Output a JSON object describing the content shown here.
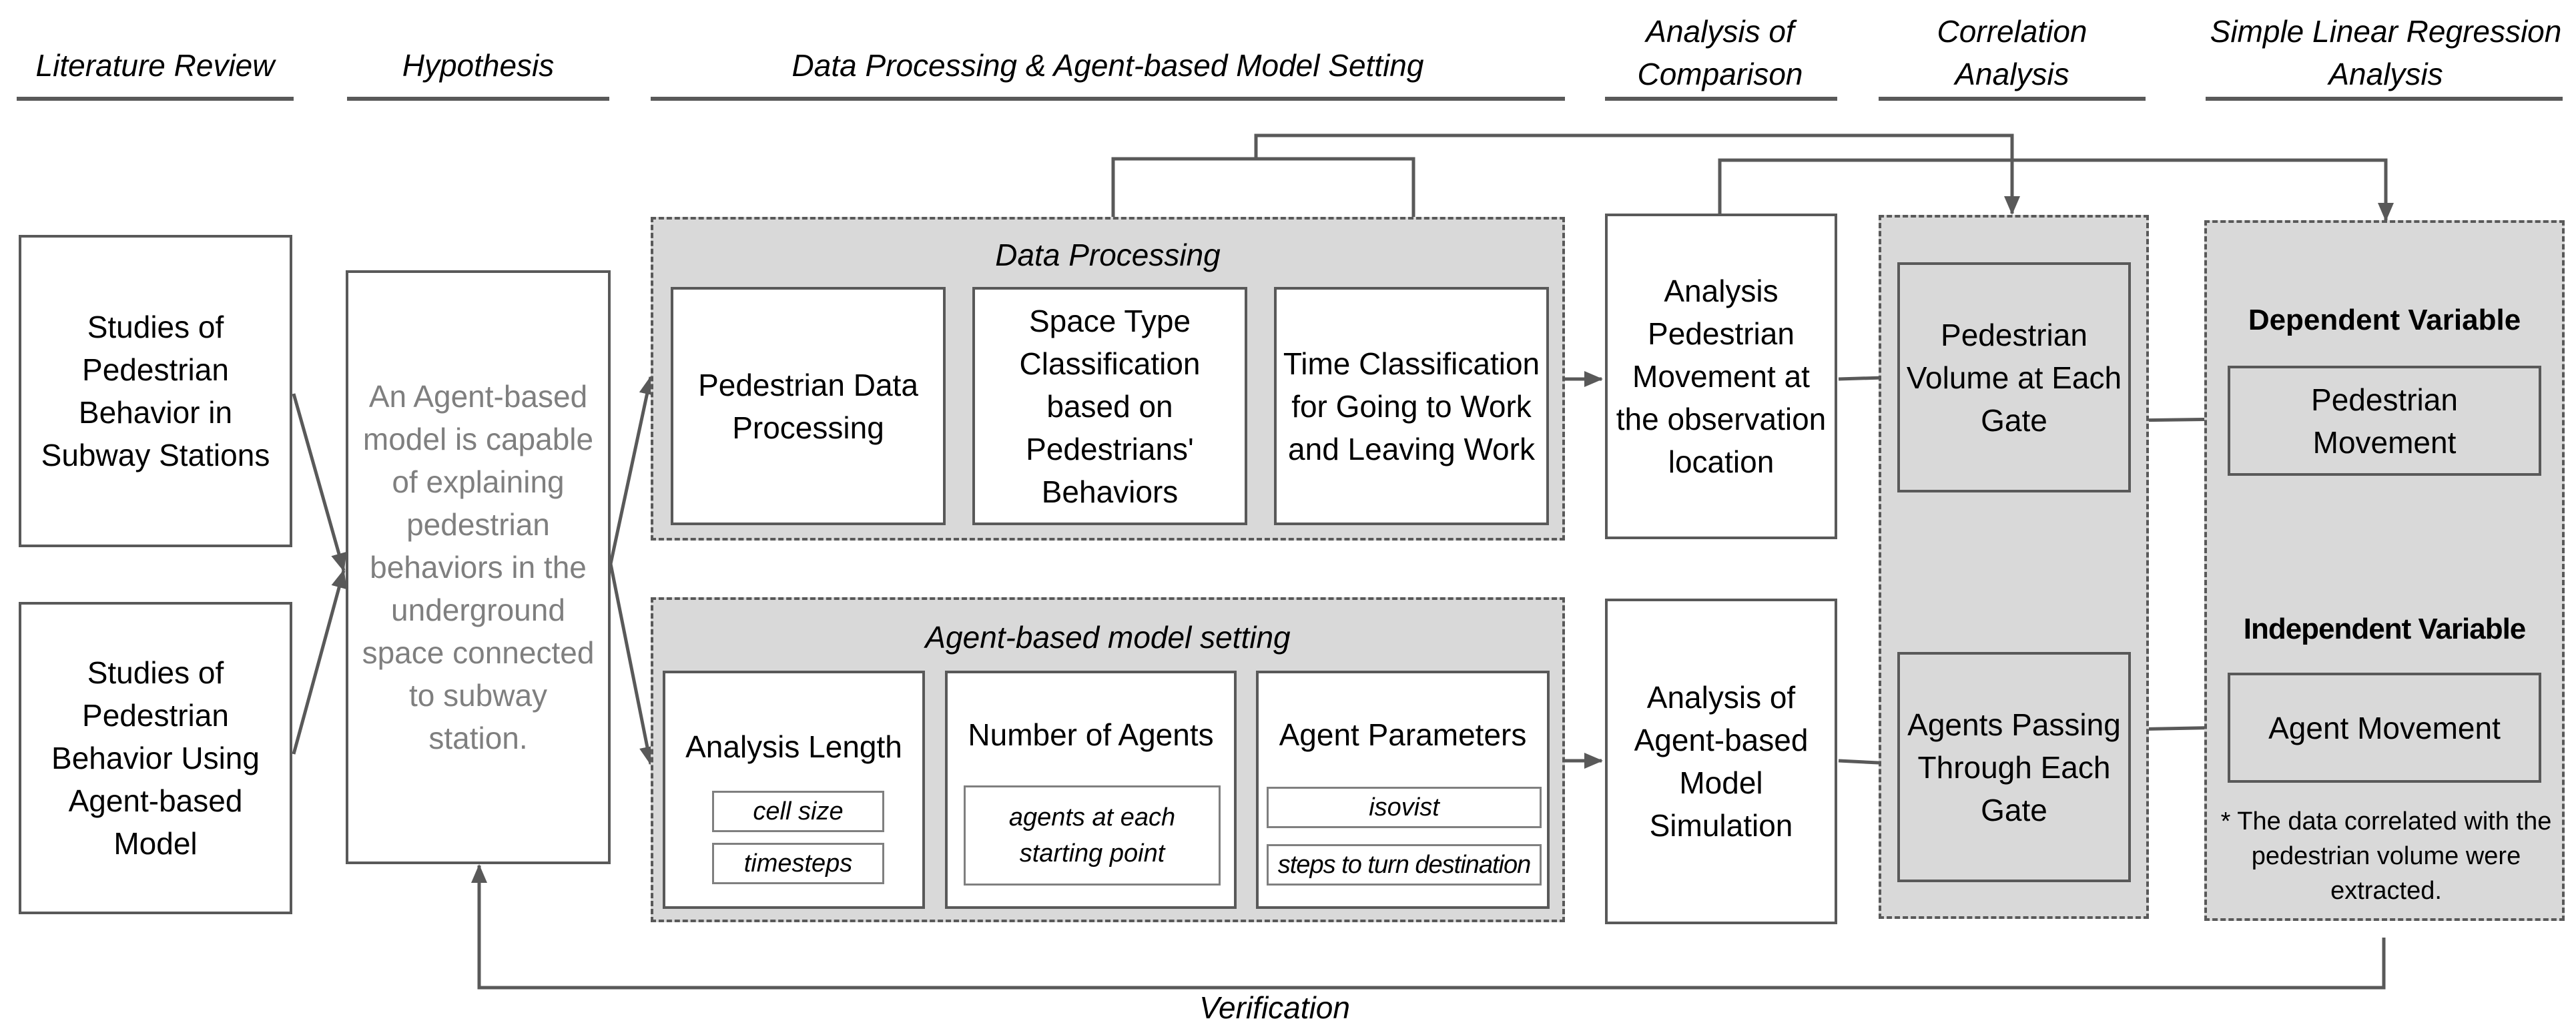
{
  "phases": {
    "literature": "Literature Review",
    "hypothesis": "Hypothesis",
    "data_processing": "Data Processing & Agent-based Model Setting",
    "comparison": "Analysis of Comparison",
    "correlation": "Correlation Analysis",
    "regression": "Simple Linear Regression Analysis"
  },
  "literature": {
    "box1": "Studies of Pedestrian Behavior in Subway Stations",
    "box2": "Studies of Pedestrian Behavior Using Agent-based Model"
  },
  "hypothesis": {
    "text": "An Agent-based model is capable of explaining pedestrian behaviors in the underground space connected to subway station."
  },
  "data_processing": {
    "title": "Data Processing",
    "boxes": [
      "Pedestrian Data Processing",
      "Space Type Classification based on Pedestrians' Behaviors",
      "Time Classification for Going to Work and Leaving Work"
    ]
  },
  "abm_setting": {
    "title": "Agent-based model setting",
    "analysis_length": {
      "label": "Analysis Length",
      "items": [
        "cell size",
        "timesteps"
      ]
    },
    "number_of_agents": {
      "label": "Number of Agents",
      "items": [
        "agents at each starting point"
      ]
    },
    "agent_parameters": {
      "label": "Agent Parameters",
      "items": [
        "isovist",
        "steps to turn destination"
      ]
    }
  },
  "comparison": {
    "box1": "Analysis Pedestrian Movement at the observation location",
    "box2": "Analysis of Agent-based Model Simulation"
  },
  "correlation": {
    "box1": "Pedestrian Volume at Each Gate",
    "box2": "Agents Passing Through Each Gate"
  },
  "regression": {
    "dependent_label": "Dependent Variable",
    "dependent_box": "Pedestrian Movement",
    "independent_label": "Independent Variable",
    "independent_box": "Agent Movement",
    "note": "* The data correlated with the pedestrian volume were extracted."
  },
  "verification": "Verification",
  "colors": {
    "line": "#595959",
    "panel_fill": "#d9d9d9",
    "hypothesis_text": "#7f7f7f"
  }
}
